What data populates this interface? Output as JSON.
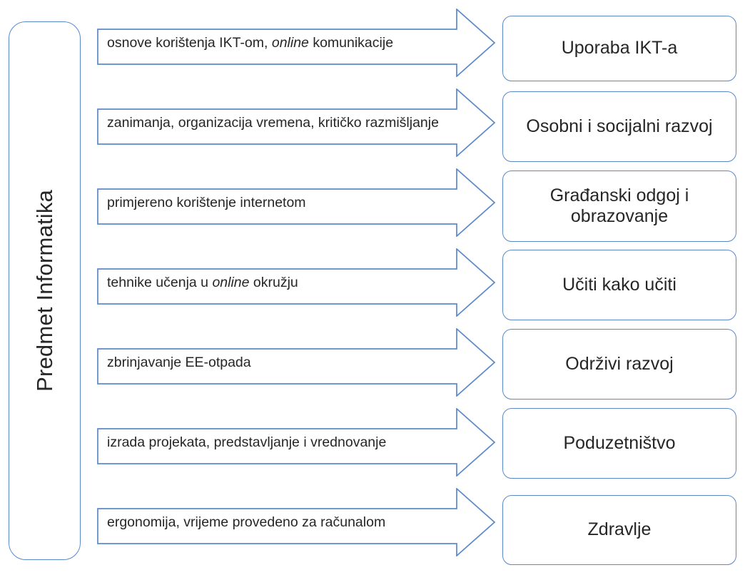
{
  "diagram": {
    "subject": {
      "label": "Predmet Informatika",
      "orientation": "vertical-bottom-to-top"
    },
    "accent_color": "#5B89C8",
    "text_color": "#262626",
    "background_color": "#FFFFFF",
    "rows": [
      {
        "arrow_label": "osnove korištenja IKT-om, online komunikacije",
        "arrow_label_parts": [
          {
            "text": "osnove korištenja IKT-om, ",
            "italic": false
          },
          {
            "text": "online",
            "italic": true
          },
          {
            "text": " komunikacije",
            "italic": false
          }
        ],
        "outcome_lines": [
          "Uporaba IKT-a"
        ]
      },
      {
        "arrow_label": "zanimanja, organizacija vremena, kritičko razmišljanje",
        "arrow_label_parts": [
          {
            "text": "zanimanja, organizacija vremena, kritičko razmišljanje",
            "italic": false
          }
        ],
        "outcome_lines": [
          "Osobni i socijalni razvoj"
        ]
      },
      {
        "arrow_label": "primjereno korištenje internetom",
        "arrow_label_parts": [
          {
            "text": "primjereno korištenje internetom",
            "italic": false
          }
        ],
        "outcome_lines": [
          "Građanski odgoj i",
          "obrazovanje"
        ]
      },
      {
        "arrow_label": "tehnike učenja u online okružju",
        "arrow_label_parts": [
          {
            "text": "tehnike učenja u ",
            "italic": false
          },
          {
            "text": "online",
            "italic": true
          },
          {
            "text": " okružju",
            "italic": false
          }
        ],
        "outcome_lines": [
          "Učiti kako učiti"
        ]
      },
      {
        "arrow_label": "zbrinjavanje EE-otpada",
        "arrow_label_parts": [
          {
            "text": "zbrinjavanje EE-otpada",
            "italic": false
          }
        ],
        "outcome_lines": [
          "Održivi razvoj"
        ]
      },
      {
        "arrow_label": "izrada projekata, predstavljanje i vrednovanje",
        "arrow_label_parts": [
          {
            "text": "izrada projekata, predstavljanje i vrednovanje",
            "italic": false
          }
        ],
        "outcome_lines": [
          "Poduzetništvo"
        ]
      },
      {
        "arrow_label": "ergonomija, vrijeme provedeno za računalom",
        "arrow_label_parts": [
          {
            "text": "ergonomija, vrijeme provedeno za računalom",
            "italic": false
          }
        ],
        "outcome_lines": [
          "Zdravlje"
        ]
      }
    ]
  }
}
